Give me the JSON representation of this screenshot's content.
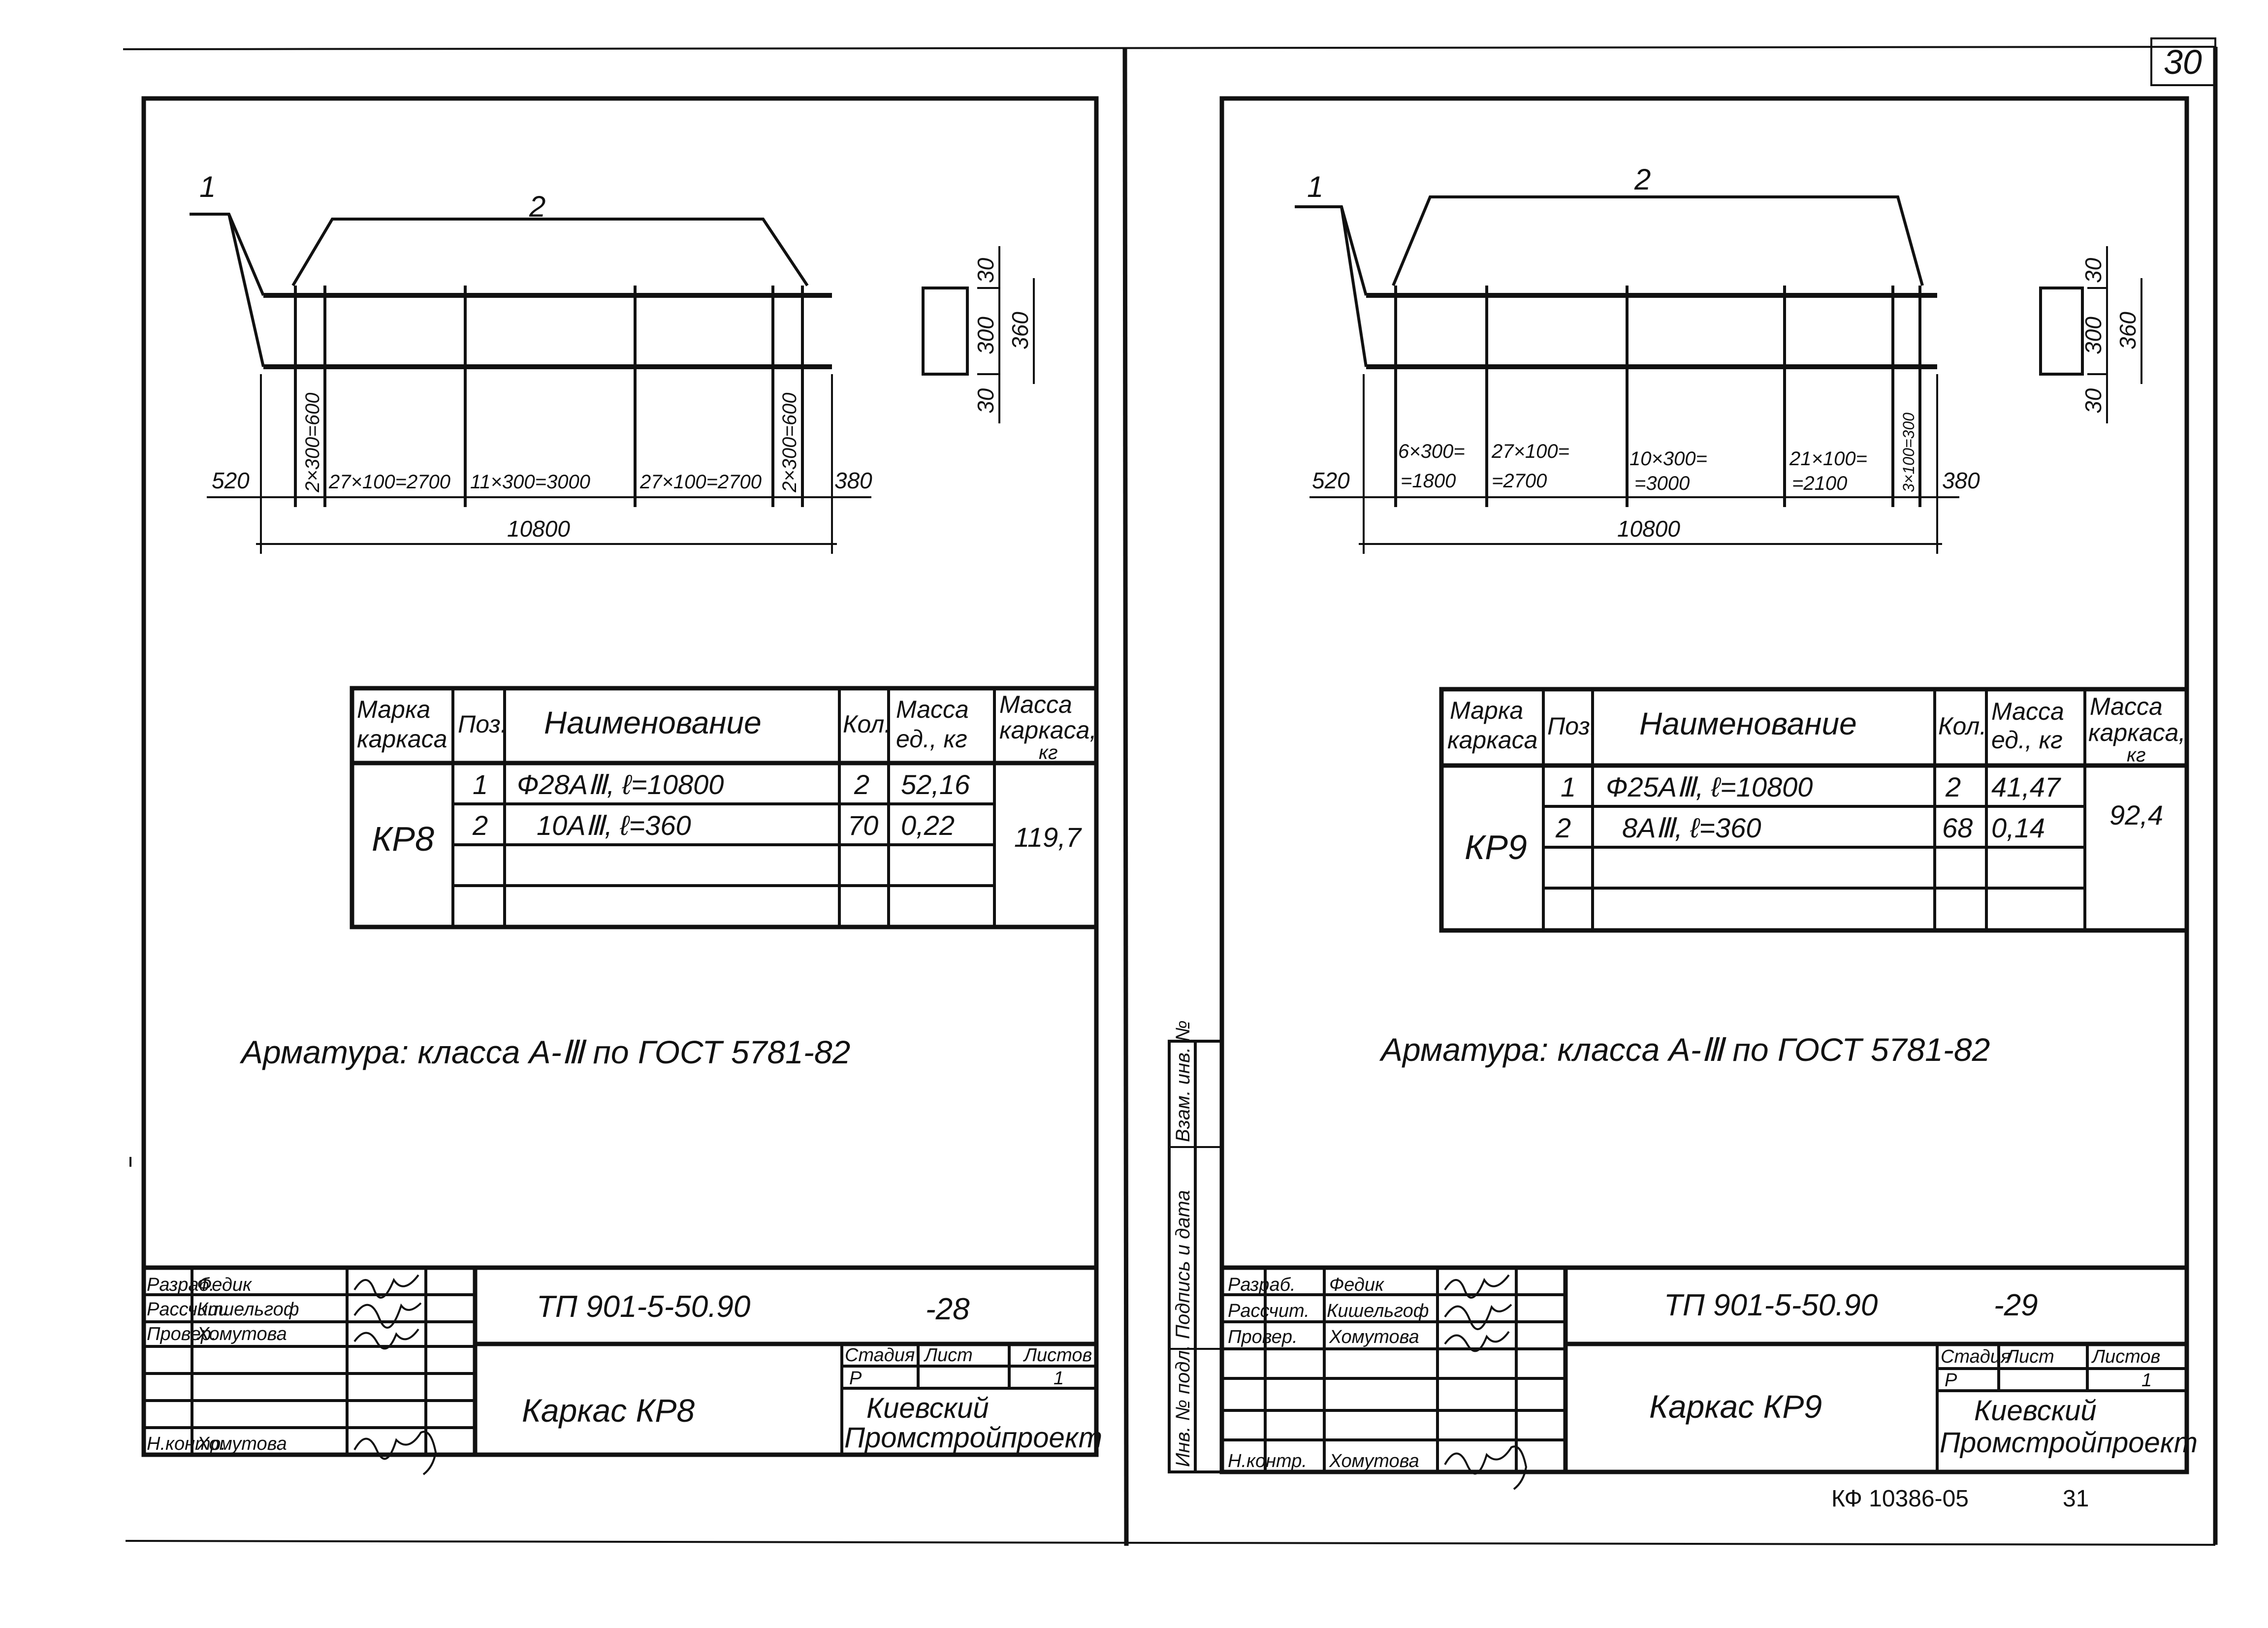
{
  "page_number": "30",
  "archive_code": "КФ 10386-05",
  "archive_sheet": "31",
  "side_stamp": {
    "inv_podl": "Инв. № подл.",
    "podp_data": "Подпись и дата",
    "vzam_inv": "Взам. инв. №"
  },
  "sheets": [
    {
      "drawing": {
        "label_1": "1",
        "label_2": "2",
        "dims": {
          "left": "520",
          "s1": "2×300=600",
          "s2": "27×100=2700",
          "s3": "11×300=3000",
          "s4": "27×100=2700",
          "s5": "2×300=600",
          "right": "380",
          "total": "10800"
        },
        "section": {
          "top": "30",
          "mid": "300",
          "bottom": "30",
          "total": "360"
        }
      },
      "table": {
        "headers": {
          "mark": [
            "Марка",
            "каркаса"
          ],
          "pos": "Поз.",
          "name": "Наименование",
          "qty": "Кол.",
          "unit_mass": [
            "Масса",
            "ед., кг"
          ],
          "frame_mass": [
            "Масса",
            "каркаса,",
            "кг"
          ]
        },
        "mark": "КР8",
        "frame_mass": "119,7",
        "rows": [
          {
            "pos": "1",
            "name": "Ф28АⅢ, ℓ=10800",
            "qty": "2",
            "mass": "52,16"
          },
          {
            "pos": "2",
            "name": "10АⅢ, ℓ=360",
            "qty": "70",
            "mass": "0,22"
          }
        ]
      },
      "note": "Арматура: класса А-Ⅲ по ГОСТ 5781-82",
      "title_block": {
        "roles": [
          "Разраб.",
          "Рассчит.",
          "Провер.",
          "Н.контр."
        ],
        "names": [
          "Федик",
          "Кишельгоф",
          "Хомутова",
          "Хомутова"
        ],
        "code": "ТП 901-5-50.90",
        "sheet_no": "-28",
        "title": "Каркас КР8",
        "stage_header": "Стадия",
        "sheet_header": "Лист",
        "sheets_header": "Листов",
        "stage": "Р",
        "sheets_count": "1",
        "org": [
          "Киевский",
          "Промстройпроект"
        ]
      }
    },
    {
      "drawing": {
        "label_1": "1",
        "label_2": "2",
        "dims": {
          "left": "520",
          "s1a": "6×300=",
          "s1b": "=1800",
          "s2a": "27×100=",
          "s2b": "=2700",
          "s3a": "10×300=",
          "s3b": "=3000",
          "s4a": "21×100=",
          "s4b": "=2100",
          "s5": "3×100=300",
          "right": "380",
          "total": "10800"
        },
        "section": {
          "top": "30",
          "mid": "300",
          "bottom": "30",
          "total": "360"
        }
      },
      "table": {
        "headers": {
          "mark": [
            "Марка",
            "каркаса"
          ],
          "pos": "Поз.",
          "name": "Наименование",
          "qty": "Кол.",
          "unit_mass": [
            "Масса",
            "ед., кг"
          ],
          "frame_mass": [
            "Масса",
            "каркаса,",
            "кг"
          ]
        },
        "mark": "КР9",
        "frame_mass": "92,4",
        "rows": [
          {
            "pos": "1",
            "name": "Ф25АⅢ, ℓ=10800",
            "qty": "2",
            "mass": "41,47"
          },
          {
            "pos": "2",
            "name": "8АⅢ, ℓ=360",
            "qty": "68",
            "mass": "0,14"
          }
        ]
      },
      "note": "Арматура: класса А-Ⅲ по ГОСТ 5781-82",
      "title_block": {
        "roles": [
          "Разраб.",
          "Рассчит.",
          "Провер.",
          "Н.контр."
        ],
        "names": [
          "Федик",
          "Кишельгоф",
          "Хомутова",
          "Хомутова"
        ],
        "code": "ТП 901-5-50.90",
        "sheet_no": "-29",
        "title": "Каркас КР9",
        "stage_header": "Стадия",
        "sheet_header": "Лист",
        "sheets_header": "Листов",
        "stage": "Р",
        "sheets_count": "1",
        "org": [
          "Киевский",
          "Промстройпроект"
        ]
      }
    }
  ]
}
